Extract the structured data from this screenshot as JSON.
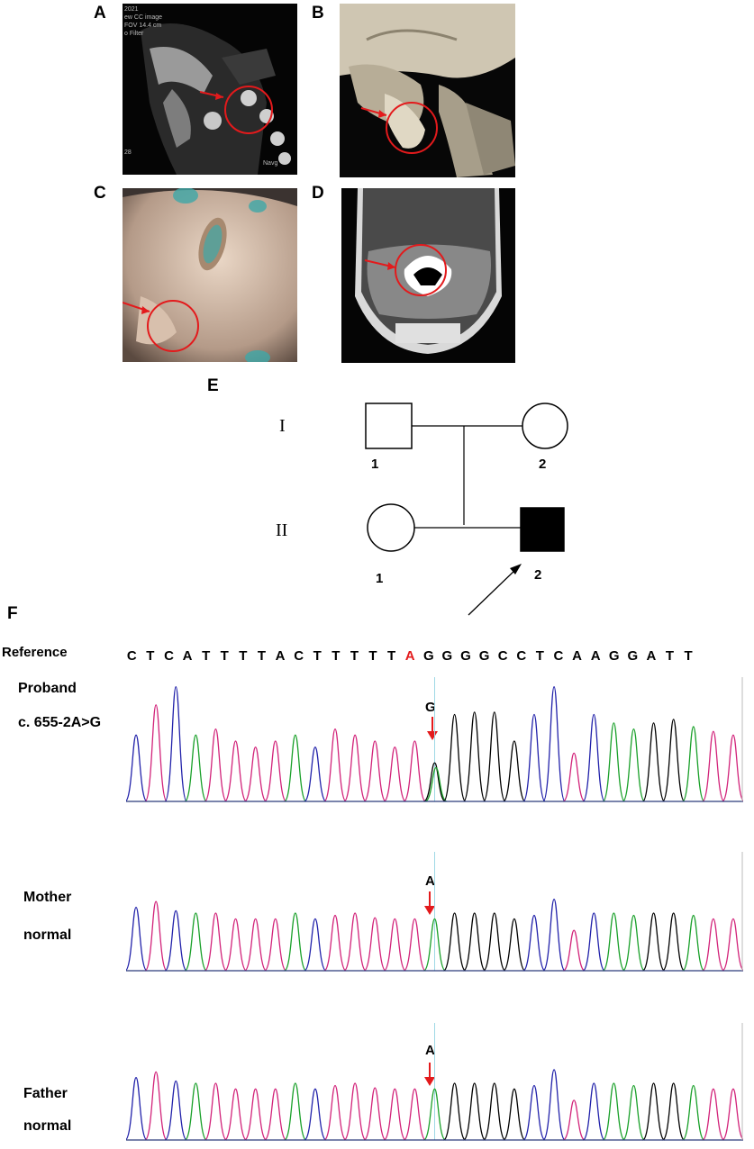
{
  "panels": {
    "A": {
      "label": "A",
      "overlay_text": [
        "2021",
        "ew CC image",
        "FOV 14.4 cm",
        "o Filter",
        "28",
        "Navg"
      ]
    },
    "B": {
      "label": "B"
    },
    "C": {
      "label": "C"
    },
    "D": {
      "label": "D"
    },
    "E": {
      "label": "E"
    },
    "F": {
      "label": "F"
    }
  },
  "pedigree": {
    "gen1": "I",
    "gen2": "II",
    "gen1_members": [
      {
        "id": "1",
        "sex": "male",
        "affected": false
      },
      {
        "id": "2",
        "sex": "female",
        "affected": false
      }
    ],
    "gen2_members": [
      {
        "id": "1",
        "sex": "female",
        "affected": false
      },
      {
        "id": "2",
        "sex": "male",
        "affected": true,
        "proband": true
      }
    ]
  },
  "sequence": {
    "reference_label": "Reference",
    "bases": [
      "C",
      "T",
      "C",
      "A",
      "T",
      "T",
      "T",
      "T",
      "A",
      "C",
      "T",
      "T",
      "T",
      "T",
      "T",
      "A",
      "G",
      "G",
      "G",
      "G",
      "C",
      "C",
      "T",
      "C",
      "A",
      "A",
      "G",
      "G",
      "A",
      "T",
      "T"
    ],
    "highlight_index": 15,
    "highlight_color": "#e31a1c"
  },
  "traces": [
    {
      "id": "proband",
      "label_line1": "Proband",
      "label_line2": "c. 655-2A>G",
      "call": "G"
    },
    {
      "id": "mother",
      "label_line1": "Mother",
      "label_line2": "normal",
      "call": "A"
    },
    {
      "id": "father",
      "label_line1": "Father",
      "label_line2": "normal",
      "call": "A"
    }
  ],
  "colors": {
    "A": "#1aa02a",
    "C": "#2222aa",
    "G": "#000000",
    "T": "#d2237a",
    "marker": "#e31a1c"
  }
}
